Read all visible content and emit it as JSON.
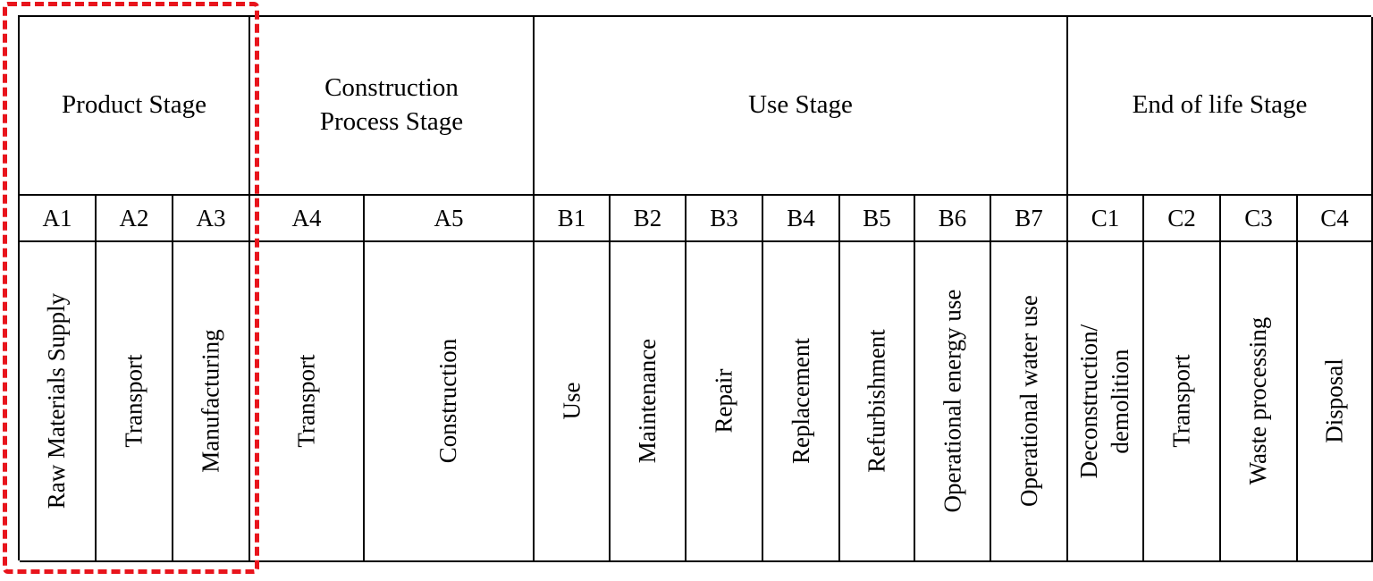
{
  "stages": [
    {
      "lines": [
        "Product Stage"
      ]
    },
    {
      "lines": [
        "Construction",
        "Process Stage"
      ]
    },
    {
      "lines": [
        "Use Stage"
      ]
    },
    {
      "lines": [
        "End of life Stage"
      ]
    }
  ],
  "modules": [
    {
      "code": "A1",
      "label": [
        "Raw Materials Supply"
      ]
    },
    {
      "code": "A2",
      "label": [
        "Transport"
      ]
    },
    {
      "code": "A3",
      "label": [
        "Manufacturing"
      ]
    },
    {
      "code": "A4",
      "label": [
        "Transport"
      ]
    },
    {
      "code": "A5",
      "label": [
        "Construction"
      ]
    },
    {
      "code": "B1",
      "label": [
        "Use"
      ]
    },
    {
      "code": "B2",
      "label": [
        "Maintenance"
      ]
    },
    {
      "code": "B3",
      "label": [
        "Repair"
      ]
    },
    {
      "code": "B4",
      "label": [
        "Replacement"
      ]
    },
    {
      "code": "B5",
      "label": [
        "Refurbishment"
      ]
    },
    {
      "code": "B6",
      "label": [
        "Operational energy use"
      ]
    },
    {
      "code": "B7",
      "label": [
        "Operational water use"
      ]
    },
    {
      "code": "C1",
      "label": [
        "Deconstruction/",
        "demolition"
      ]
    },
    {
      "code": "C2",
      "label": [
        "Transport"
      ]
    },
    {
      "code": "C3",
      "label": [
        "Waste processing"
      ]
    },
    {
      "code": "C4",
      "label": [
        "Disposal"
      ]
    }
  ],
  "highlight": {
    "color": "#e8141c",
    "style": "dashed",
    "target": "Product Stage"
  }
}
